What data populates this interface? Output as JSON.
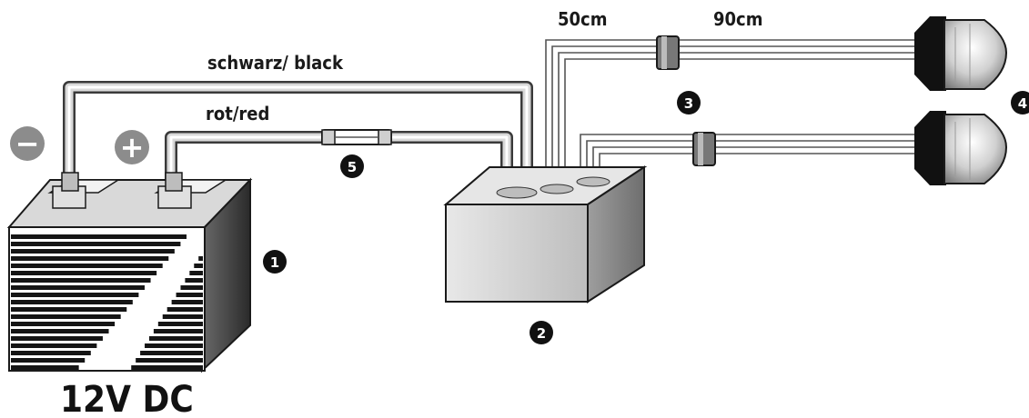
{
  "labels": {
    "black_wire": "schwarz/ black",
    "red_wire": "rot/red",
    "length_short": "50cm",
    "length_long": "90cm",
    "voltage": "12V DC"
  },
  "terminals": {
    "negative": "−",
    "positive": "+"
  },
  "callouts": {
    "battery": "1",
    "control_box": "2",
    "connector": "3",
    "lamps": "4",
    "fuse": "5"
  },
  "colors": {
    "outline": "#1a1a1a",
    "callout_fill": "#111111",
    "terminal_fill": "#8c8c8c"
  },
  "icons": {
    "battery": "battery-icon",
    "control_box": "control-box-icon",
    "lamp": "lamp-icon",
    "fuse": "fuse-icon",
    "connector": "inline-connector-icon"
  }
}
